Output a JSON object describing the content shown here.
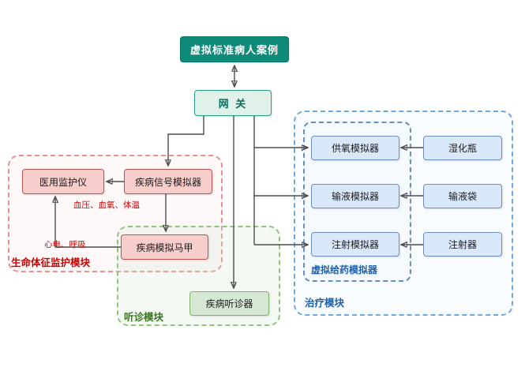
{
  "nodes": {
    "patient_case": "虚拟标准病人案例",
    "gateway": "网 关",
    "monitor": "医用监护仪",
    "signal_simulator": "疾病信号模拟器",
    "vest": "疾病模拟马甲",
    "stethoscope": "疾病听诊器",
    "oxygen_simulator": "供氧模拟器",
    "infusion_simulator": "输液模拟器",
    "injection_simulator": "注射模拟器",
    "humidifier_bottle": "湿化瓶",
    "infusion_bag": "输液袋",
    "syringe": "注射器"
  },
  "labels": {
    "vitals_module": "生命体征监护模块",
    "auscultation_module": "听诊模块",
    "treatment_module": "治疗模块",
    "drug_delivery_module": "虚拟给药模拟器",
    "annotation_bp": "血压、血氧、体温",
    "annotation_ecg": "心电、呼吸"
  },
  "colors": {
    "title_teal": "#0e8a78",
    "gateway_fill": "#dff1e8",
    "gateway_border": "#2a9d8a",
    "pink_fill": "#f8cecc",
    "pink_border": "#b85450",
    "green_fill": "#d5e8d4",
    "green_border": "#82b366",
    "blue_fill": "#dae8fc",
    "blue_border": "#6c8ebf",
    "red_dashed": "#e8918d",
    "green_dashed": "#93c47d",
    "blue_dashed": "#6fa8dc",
    "red_text": "#cc0000",
    "green_text": "#38761d",
    "blue_text": "#1f5fa8",
    "edge_color": "#4d4d4d"
  }
}
